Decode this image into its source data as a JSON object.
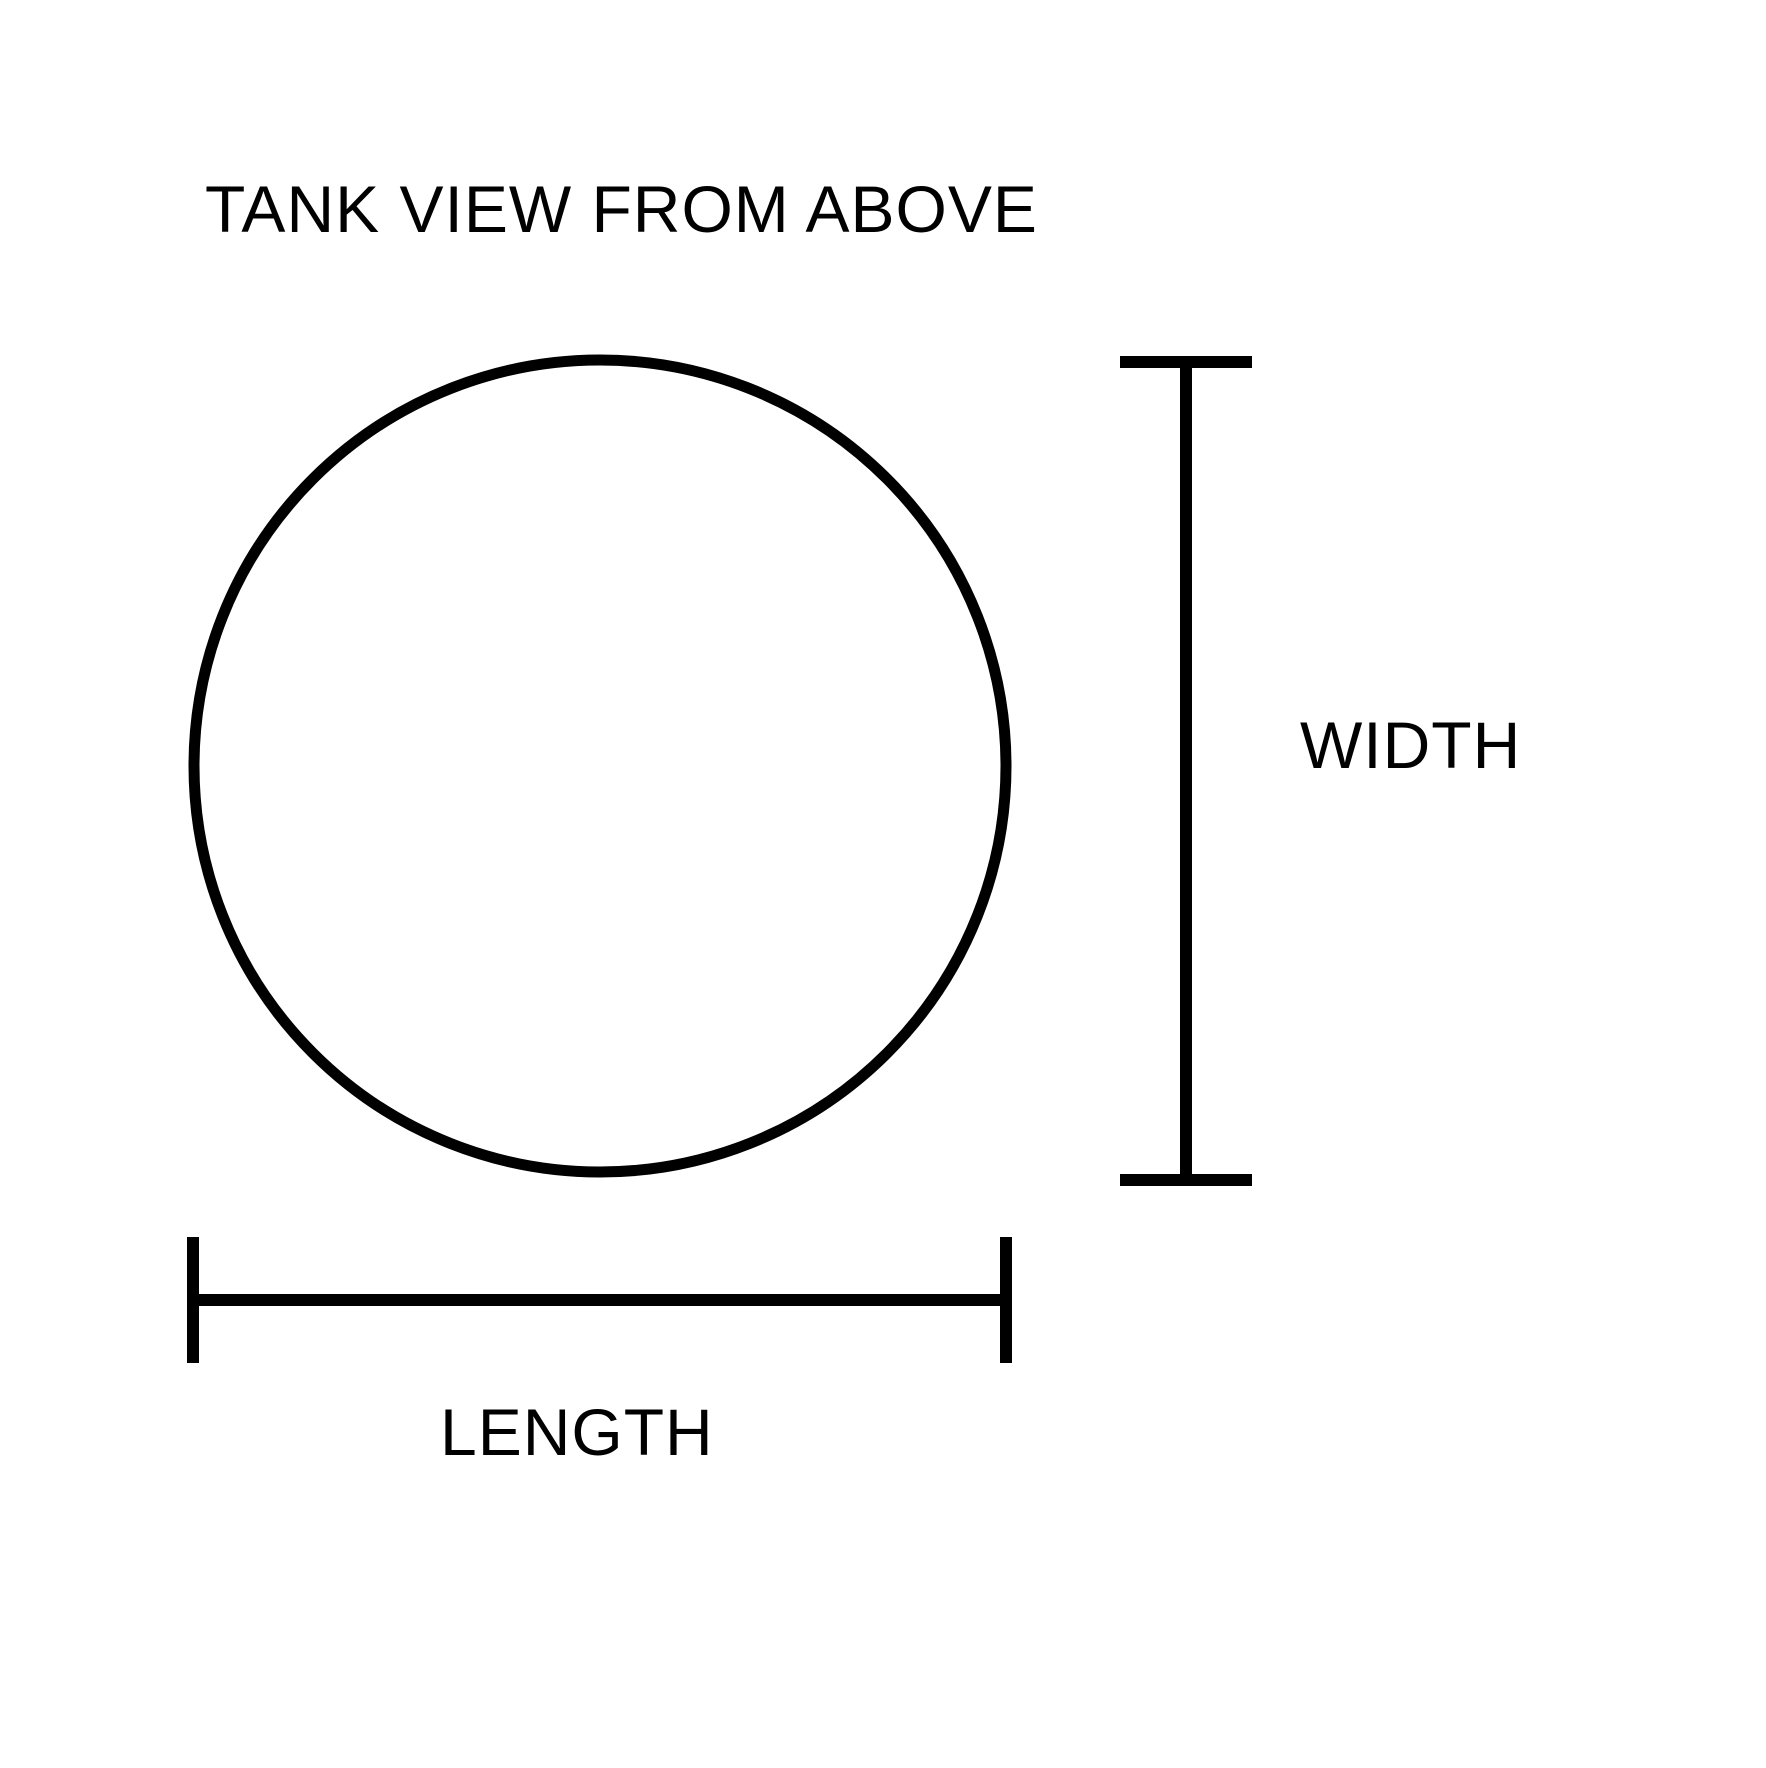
{
  "diagram": {
    "title": "TANK VIEW FROM ABOVE",
    "shape": "circle",
    "labels": {
      "width": "WIDTH",
      "length": "LENGTH"
    },
    "colors": {
      "stroke": "#000000",
      "background": "#ffffff",
      "text": "#000000"
    }
  }
}
